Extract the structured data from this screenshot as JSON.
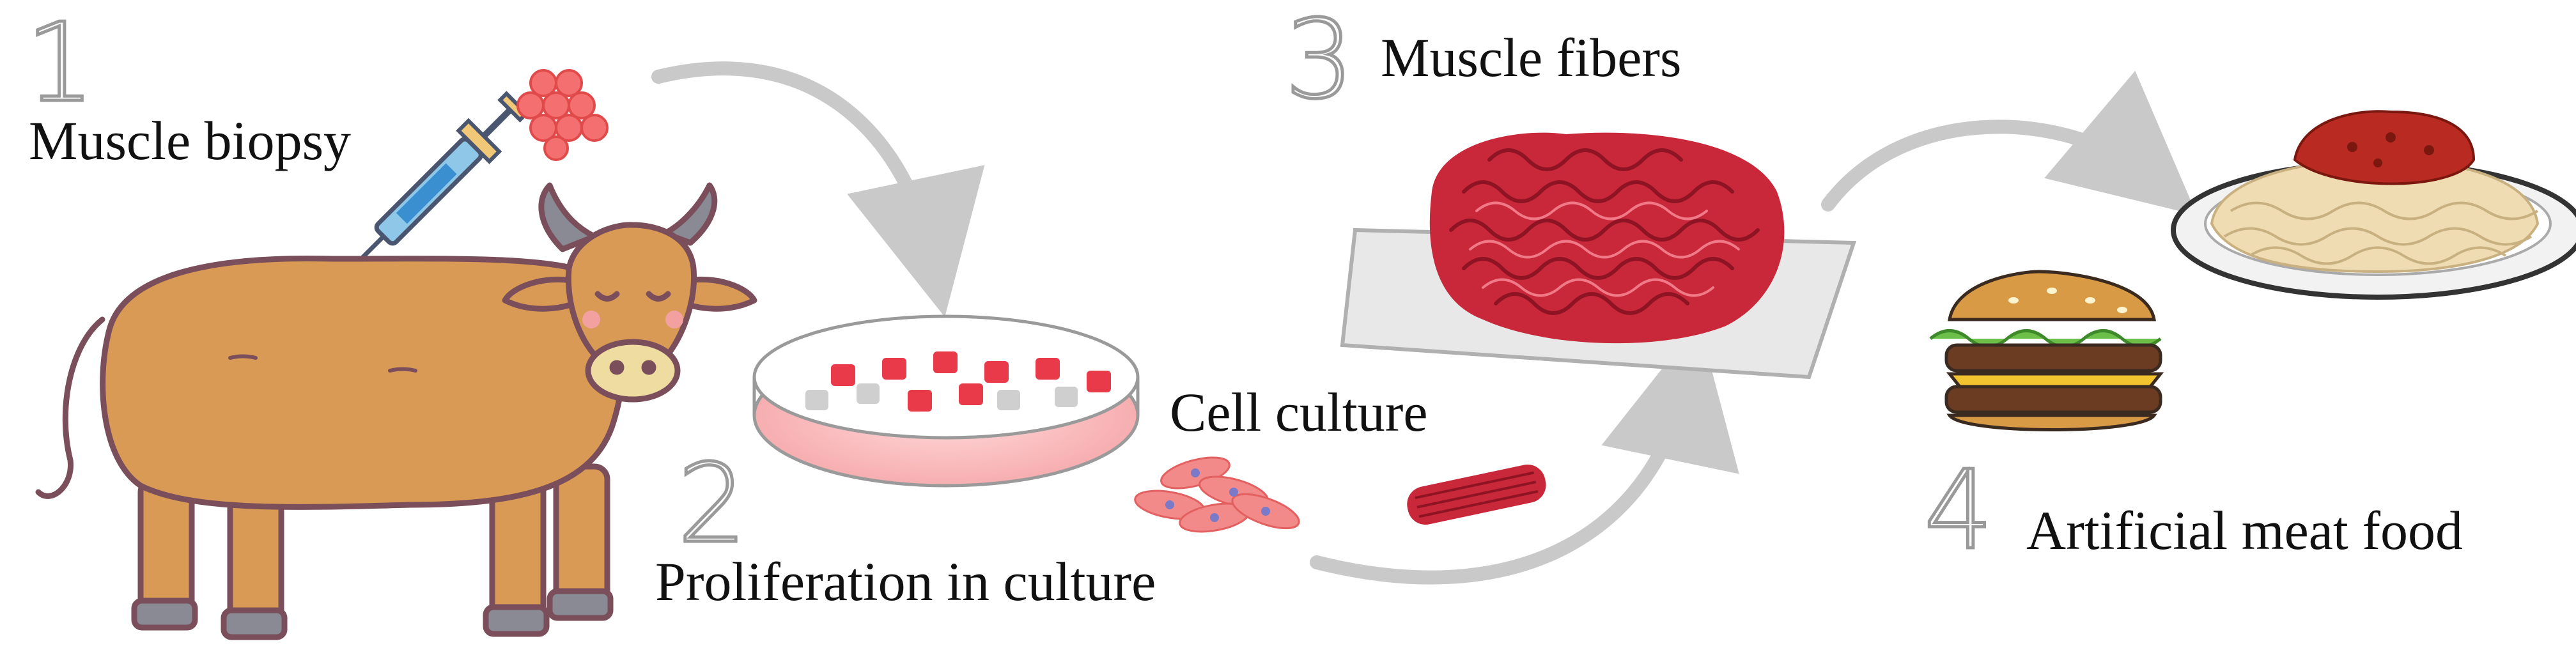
{
  "steps": [
    {
      "number": "1",
      "label": "Muscle biopsy"
    },
    {
      "number": "2",
      "label": "Proliferation in culture"
    },
    {
      "number": "3",
      "label": "Muscle fibers"
    },
    {
      "number": "4",
      "label": "Artificial meat food"
    }
  ],
  "cell_culture_label": "Cell culture",
  "colors": {
    "cow_body": "#D99A55",
    "cow_outline": "#7A4E5A",
    "meat_red": "#C8283A",
    "arrow_gray": "#C9C9C9",
    "number_outline": "#9A9A9A"
  },
  "icons": [
    "cow-icon",
    "syringe-icon",
    "cell-cluster-icon",
    "petri-dish-icon",
    "cells-icon",
    "muscle-fiber-icon",
    "minced-meat-tray-icon",
    "burger-icon",
    "spaghetti-plate-icon",
    "arrow-icon"
  ]
}
